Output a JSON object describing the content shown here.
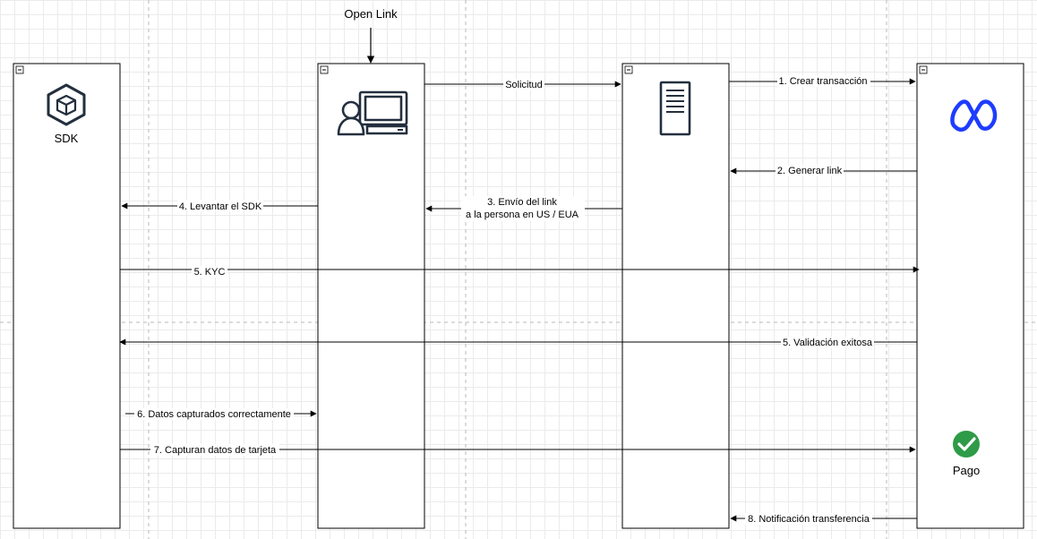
{
  "open_link": "Open Link",
  "lanes": {
    "sdk": {
      "label": "SDK"
    },
    "client": {},
    "server": {},
    "provider": {
      "pago_label": "Pago"
    }
  },
  "messages": [
    {
      "id": "solicitud",
      "label": [
        "Solicitud"
      ]
    },
    {
      "id": "crear",
      "label": [
        "1. Crear transacción"
      ]
    },
    {
      "id": "generar",
      "label": [
        "2. Generar link"
      ]
    },
    {
      "id": "envio",
      "label": [
        "3. Envío del link",
        "a la persona en US /  EUA"
      ]
    },
    {
      "id": "levantar",
      "label": [
        "4. Levantar el SDK"
      ]
    },
    {
      "id": "kyc",
      "label": [
        "5. KYC"
      ]
    },
    {
      "id": "validacion",
      "label": [
        "5. Validación exitosa"
      ]
    },
    {
      "id": "datos",
      "label": [
        "6. Datos capturados correctamente"
      ]
    },
    {
      "id": "tarjeta",
      "label": [
        "7. Capturan datos de tarjeta"
      ]
    },
    {
      "id": "notificacion",
      "label": [
        "8. Notificación transferencia"
      ]
    }
  ],
  "colors": {
    "brand": "#1e3cff",
    "check": "#2e9b48"
  },
  "icons": [
    "cube-icon",
    "user-computer-icon",
    "server-icon",
    "brand-logo-icon",
    "check-circle-icon",
    "collapse-icon"
  ]
}
